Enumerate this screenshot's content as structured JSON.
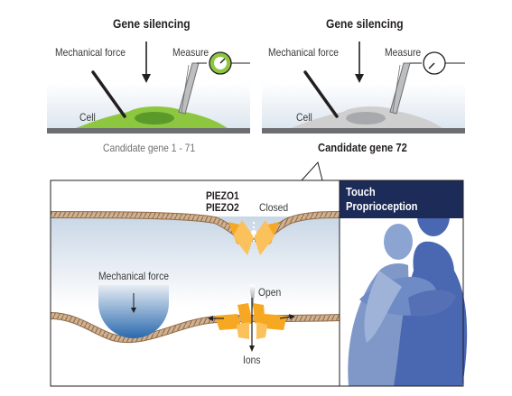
{
  "left_panel": {
    "title": "Gene silencing",
    "force_label": "Mechanical force",
    "measure_label": "Measure",
    "cell_label": "Cell",
    "caption": "Candidate gene 1 - 71",
    "cell_color": "#8dc63f"
  },
  "right_panel": {
    "title": "Gene silencing",
    "force_label": "Mechanical force",
    "measure_label": "Measure",
    "cell_label": "Cell",
    "caption": "Candidate gene 72",
    "cell_color": "#cfcfcf"
  },
  "mechanism": {
    "channel_name_1": "PIEZO1",
    "channel_name_2": "PIEZO2",
    "closed_label": "Closed",
    "force_label": "Mechanical force",
    "open_label": "Open",
    "ions_label": "Ions",
    "channel_color": "#f7a823"
  },
  "sense_box": {
    "line1": "Touch",
    "line2": "Proprioception",
    "header_color": "#1c2b57"
  }
}
